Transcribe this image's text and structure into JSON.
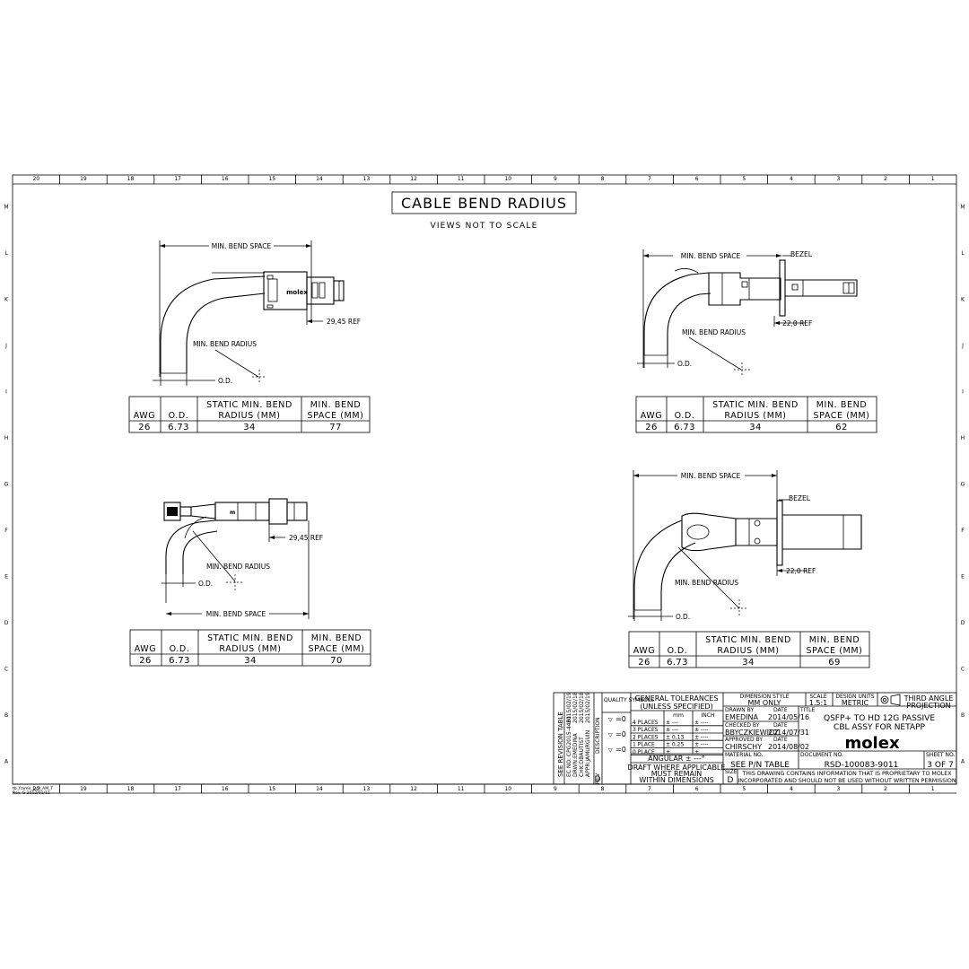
{
  "title": "CABLE BEND RADIUS",
  "subtitle": "VIEWS NOT TO SCALE",
  "zones": {
    "columns": [
      "20",
      "19",
      "18",
      "17",
      "16",
      "15",
      "14",
      "13",
      "12",
      "11",
      "10",
      "9",
      "8",
      "7",
      "6",
      "5",
      "4",
      "3",
      "2",
      "1"
    ],
    "rows": [
      "M",
      "L",
      "K",
      "J",
      "I",
      "H",
      "G",
      "F",
      "E",
      "D",
      "C",
      "B",
      "A"
    ]
  },
  "views": {
    "view1": {
      "min_bend_space": "MIN. BEND SPACE",
      "ref": "29,45 REF",
      "min_bend_radius": "MIN. BEND RADIUS",
      "od": "O.D.",
      "logo": "molex"
    },
    "view2": {
      "min_bend_space": "MIN. BEND SPACE",
      "bezel": "BEZEL",
      "ref": "22,0 REF",
      "min_bend_radius": "MIN. BEND RADIUS",
      "od": "O.D."
    },
    "view3": {
      "ref": "29,45 REF",
      "min_bend_radius": "MIN. BEND RADIUS",
      "od": "O.D.",
      "min_bend_space": "MIN. BEND SPACE"
    },
    "view4": {
      "min_bend_space": "MIN. BEND SPACE",
      "bezel": "BEZEL",
      "ref": "22,0 REF",
      "min_bend_radius": "MIN. BEND RADIUS",
      "od": "O.D."
    }
  },
  "tables": {
    "headers": {
      "awg": "AWG",
      "od": "O.D.",
      "static1": "STATIC MIN. BEND",
      "static2": "RADIUS (MM)",
      "space1": "MIN. BEND",
      "space2": "SPACE (MM)"
    },
    "t1": {
      "awg": "26",
      "od": "6.73",
      "radius": "34",
      "space": "77"
    },
    "t2": {
      "awg": "26",
      "od": "6.73",
      "radius": "34",
      "space": "62"
    },
    "t3": {
      "awg": "26",
      "od": "6.73",
      "radius": "34",
      "space": "70"
    },
    "t4": {
      "awg": "26",
      "od": "6.73",
      "radius": "34",
      "space": "69"
    }
  },
  "title_block": {
    "revision_table": "SEE REVISION TABLE",
    "ec_no": "EC NO: CPG2015-4461",
    "drwn": "DRWN:EMEDINA",
    "chk": "CHK:DBAUTIST",
    "appr": "APPR:JAMURGUIN",
    "date_ec": "2015/02/19",
    "date_drwn": "2015/02/18",
    "date_chk": "2015/02/18",
    "date_appr": "2015/02/19",
    "desc_label": "DESCRIPTION",
    "rev_label": "REV",
    "quality_symbols": "QUALITY SYMBOLS",
    "qs_eq": "=0",
    "general_tolerances": "GENERAL TOLERANCES",
    "unless_specified": "(UNLESS SPECIFIED)",
    "mm": "mm",
    "inch": "INCH",
    "tol_rows": [
      {
        "label": "4 PLACES",
        "mm": "± ---",
        "inch": "± ----"
      },
      {
        "label": "3 PLACES",
        "mm": "± ---",
        "inch": "± ----"
      },
      {
        "label": "2 PLACES",
        "mm": "± 0,13",
        "inch": "± ----"
      },
      {
        "label": "1 PLACE",
        "mm": "± 0,25",
        "inch": "± ----"
      },
      {
        "label": "0 PLACE",
        "mm": "±",
        "inch": "±"
      }
    ],
    "angular": "ANGULAR ± ---°",
    "draft1": "DRAFT WHERE APPLICABLE",
    "draft2": "MUST REMAIN",
    "draft3": "WITHIN DIMENSIONS",
    "dimension_style_label": "DIMENSION STYLE",
    "dimension_style": "MM ONLY",
    "scale_label": "SCALE",
    "scale": "1.5:1",
    "design_units_label": "DESIGN UNITS",
    "design_units": "METRIC",
    "projection1": "THIRD ANGLE",
    "projection2": "PROJECTION",
    "drawn_by_label": "DRAWN BY",
    "drawn_by": "EMEDINA",
    "drawn_date": "2014/05/16",
    "checked_by_label": "CHECKED BY",
    "checked_by": "BBYCZKIEWICZ",
    "checked_date": "2014/07/31",
    "approved_by_label": "APPROVED BY",
    "approved_by": "CHIRSCHY",
    "approved_date": "2014/08/02",
    "date_label": "DATE",
    "title_label": "TITLE",
    "title1": "QSFP+  TO HD 12G PASSIVE",
    "title2": "CBL ASSY FOR NETAPP",
    "logo": "molex",
    "material_label": "MATERIAL NO.",
    "material": "SEE P/N TABLE",
    "document_label": "DOCUMENT NO.",
    "document": "RSD-100083-9011",
    "sheet_label": "SHEET NO.",
    "sheet": "3 OF 7",
    "size_label": "SIZE",
    "size": "D",
    "rev_val": "D",
    "proprietary1": "THIS DRAWING CONTAINS INFORMATION THAT IS PROPRIETARY TO MOLEX",
    "proprietary2": "INCORPORATED AND SHOULD NOT BE USED WITHOUT WRITTEN PERMISSION"
  },
  "frame_note1": "tb_frame_D_P_AM_T",
  "frame_note2": "Rev. G 2012/01/11"
}
